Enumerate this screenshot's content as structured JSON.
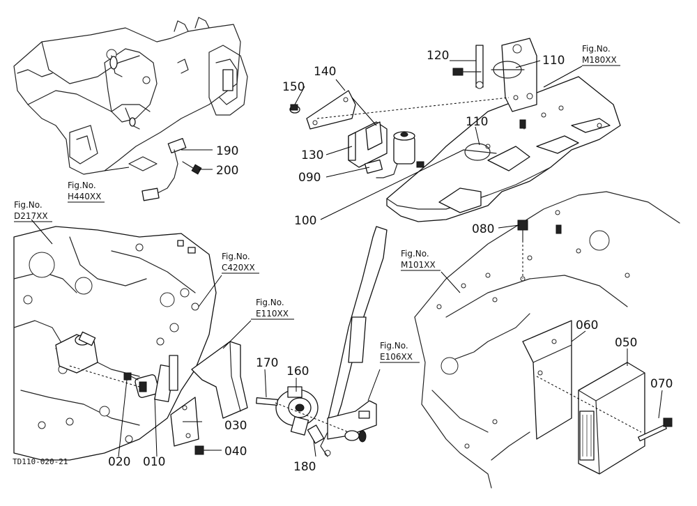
{
  "diagram_code": "TD110-020-21",
  "figure_refs": {
    "fig_label": "Fig.No.",
    "h440": "H440XX",
    "d217": "D217XX",
    "c420": "C420XX",
    "e110": "E110XX",
    "e106": "E106XX",
    "m180": "M180XX",
    "m101": "M101XX"
  },
  "callouts": {
    "p010": "010",
    "p020": "020",
    "p030": "030",
    "p040": "040",
    "p050": "050",
    "p060": "060",
    "p070": "070",
    "p080": "080",
    "p090": "090",
    "p100": "100",
    "p110a": "110",
    "p110b": "110",
    "p120": "120",
    "p130": "130",
    "p140": "140",
    "p150": "150",
    "p160": "160",
    "p170": "170",
    "p180": "180",
    "p190": "190",
    "p200": "200"
  }
}
